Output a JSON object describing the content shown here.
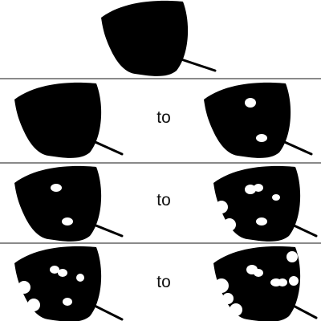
{
  "stages": [
    {
      "from_holes": 0,
      "from_edge_bites": 0,
      "to_holes": 2,
      "to_edge_bites": 0,
      "connector": "to"
    },
    {
      "from_holes": 2,
      "from_edge_bites": 0,
      "to_holes": 4,
      "to_edge_bites": 2,
      "connector": "to"
    },
    {
      "from_holes": 4,
      "from_edge_bites": 2,
      "to_holes": 4,
      "to_edge_bites": 5,
      "connector": "to"
    }
  ],
  "colors": {
    "leaf": "#000000",
    "background": "#ffffff",
    "divider": "#444444"
  }
}
